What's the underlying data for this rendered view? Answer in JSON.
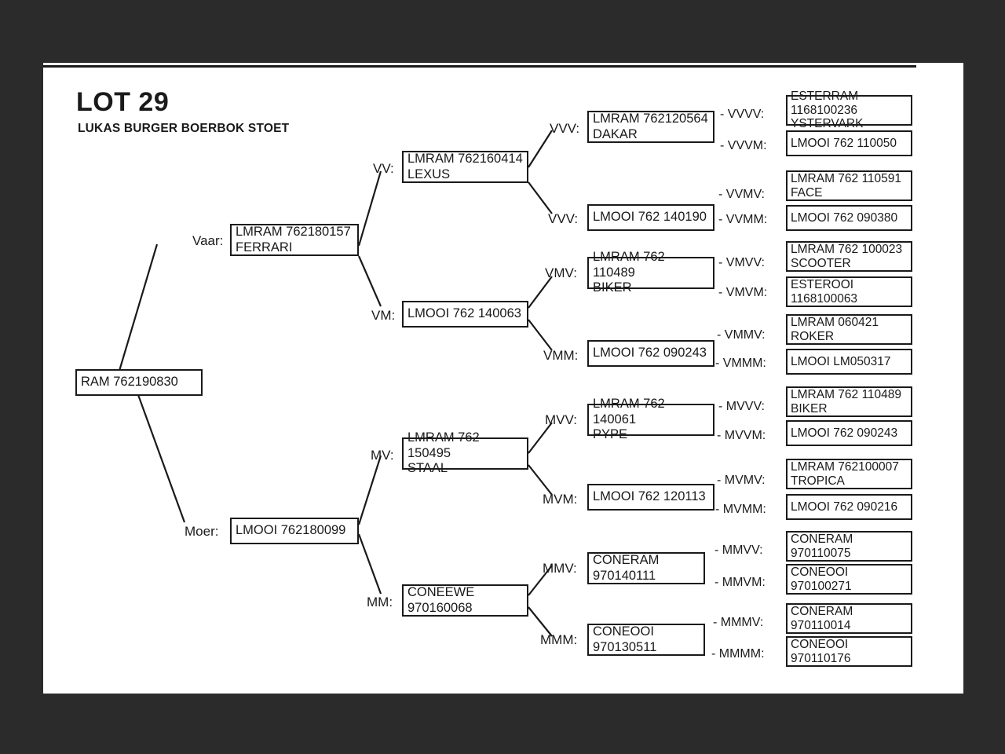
{
  "document": {
    "lot_title": "LOT 29",
    "stud_name": "LUKAS BURGER BOERBOK STOET"
  },
  "colors": {
    "background": "#2b2b2b",
    "page": "#ffffff",
    "ink": "#1a1a1a"
  },
  "pedigree": {
    "root": {
      "label": "",
      "text": "RAM 762190830"
    },
    "gen1": [
      {
        "label": "Vaar:",
        "text": "LMRAM 762180157\nFERRARI"
      },
      {
        "label": "Moer:",
        "text": "LMOOI 762180099"
      }
    ],
    "gen2": [
      {
        "label": "VV:",
        "text": "LMRAM 762160414\nLEXUS"
      },
      {
        "label": "VM:",
        "text": "LMOOI 762 140063"
      },
      {
        "label": "MV:",
        "text": "LMRAM 762 150495\nSTAAL"
      },
      {
        "label": "MM:",
        "text": "CONEEWE\n970160068"
      }
    ],
    "gen3": [
      {
        "label": "VVV:",
        "text": "LMRAM 762120564\nDAKAR"
      },
      {
        "label": "VVV:",
        "text": "LMOOI 762 140190"
      },
      {
        "label": "VMV:",
        "text": "LMRAM 762 110489\nBIKER"
      },
      {
        "label": "VMM:",
        "text": "LMOOI 762 090243"
      },
      {
        "label": "MVV:",
        "text": "LMRAM 762 140061\nPYPE"
      },
      {
        "label": "MVM:",
        "text": "LMOOI 762 120113"
      },
      {
        "label": "MMV:",
        "text": "CONERAM\n970140111"
      },
      {
        "label": "MMM:",
        "text": "CONEOOI\n970130511"
      }
    ],
    "gen4": [
      {
        "label": "- VVVV:",
        "text": "ESTERRAM 1168100236\nYSTERVARK"
      },
      {
        "label": "- VVVM:",
        "text": "LMOOI 762 110050"
      },
      {
        "label": "- VVMV:",
        "text": "LMRAM 762 110591\nFACE"
      },
      {
        "label": "- VVMM:",
        "text": "LMOOI 762 090380"
      },
      {
        "label": "- VMVV:",
        "text": "LMRAM 762 100023\nSCOOTER"
      },
      {
        "label": "- VMVM:",
        "text": "ESTEROOI\n1168100063"
      },
      {
        "label": "- VMMV:",
        "text": "LMRAM 060421\nROKER"
      },
      {
        "label": "- VMMM:",
        "text": "LMOOI LM050317"
      },
      {
        "label": "- MVVV:",
        "text": "LMRAM 762 110489\nBIKER"
      },
      {
        "label": "- MVVM:",
        "text": "LMOOI 762 090243"
      },
      {
        "label": "- MVMV:",
        "text": "LMRAM 762100007\nTROPICA"
      },
      {
        "label": "- MVMM:",
        "text": "LMOOI 762 090216"
      },
      {
        "label": "- MMVV:",
        "text": "CONERAM\n970110075"
      },
      {
        "label": "- MMVM:",
        "text": "CONEOOI\n970100271"
      },
      {
        "label": "- MMMV:",
        "text": "CONERAM\n970110014"
      },
      {
        "label": "- MMMM:",
        "text": "CONEOOI\n970110176"
      }
    ]
  }
}
